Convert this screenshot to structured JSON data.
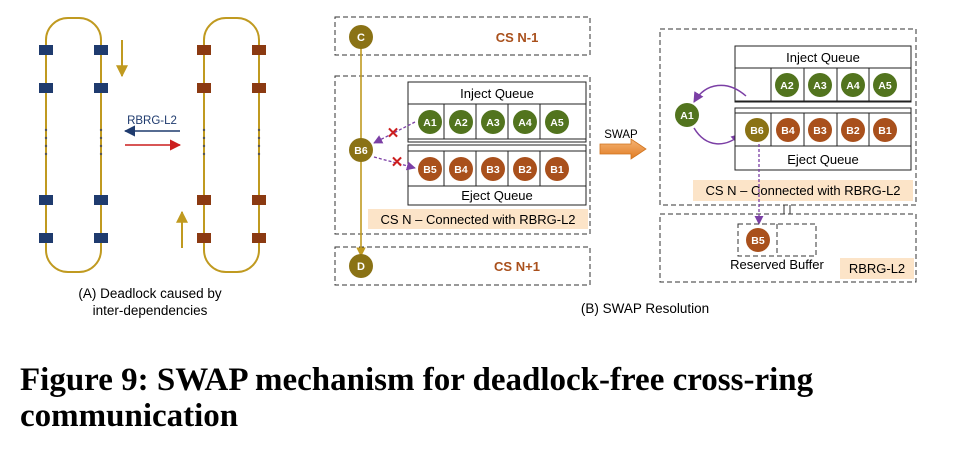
{
  "colors": {
    "ring": "#c09a20",
    "blue_node": "#1f3b6e",
    "brown_node": "#8b3a12",
    "green_circle": "#52741e",
    "orange_circle": "#a9501c",
    "olive_circle": "#8a7215",
    "purple": "#7b3fa5",
    "red": "#cc1f1f",
    "highlight": "#fce4c8"
  },
  "panel_a": {
    "arrow_label": "RBRG-L2",
    "caption_line1": "(A) Deadlock caused by",
    "caption_line2": "inter-dependencies"
  },
  "panel_b": {
    "cs_prev_label": "CS N-1",
    "cs_next_label": "CS N+1",
    "node_c": "C",
    "node_b6": "B6",
    "node_d": "D",
    "inject_title": "Inject Queue",
    "inject_items": [
      "A1",
      "A2",
      "A3",
      "A4",
      "A5"
    ],
    "eject_items": [
      "B5",
      "B4",
      "B3",
      "B2",
      "B1"
    ],
    "eject_title": "Eject Queue",
    "cs_n_label": "CS N – Connected with RBRG-L2",
    "swap_label": "SWAP",
    "caption": "(B) SWAP Resolution"
  },
  "panel_c": {
    "inject_title": "Inject Queue",
    "inject_items": [
      "A2",
      "A3",
      "A4",
      "A5"
    ],
    "a1_node": "A1",
    "eject_items": [
      "B6",
      "B4",
      "B3",
      "B2",
      "B1"
    ],
    "eject_title": "Eject Queue",
    "cs_n_label": "CS N – Connected with RBRG-L2",
    "buffer_item": "B5",
    "buffer_label": "Reserved Buffer",
    "rbrg_label": "RBRG-L2"
  },
  "figure_caption": "Figure 9: SWAP mechanism for deadlock-free cross-ring communication"
}
